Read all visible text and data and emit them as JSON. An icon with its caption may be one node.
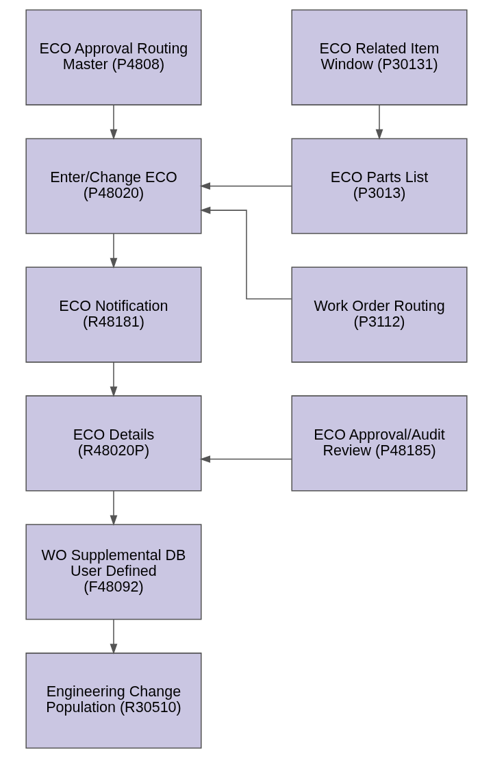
{
  "diagram": {
    "nodes": [
      {
        "text": [
          "ECO Approval Routing Master (P4808)"
        ]
      },
      {
        "text": [
          "ECO Related Item Window (P30131)"
        ]
      },
      {
        "text": [
          "Enter/Change ECO (P48020)"
        ]
      },
      {
        "text": [
          "ECO Parts List (P3013)"
        ]
      },
      {
        "text": [
          "ECO Notification (R48181)"
        ]
      },
      {
        "text": [
          "Work Order Routing (P3112)"
        ]
      },
      {
        "text": [
          "ECO Details (R48020P)"
        ]
      },
      {
        "text": [
          "ECO Approval/Audit Review (P48185)"
        ]
      },
      {
        "text": [
          "WO Supplemental DB User Defined (F48092)"
        ]
      },
      {
        "text": [
          "Engineering Change Population (R30510)"
        ]
      }
    ],
    "edges": [
      {
        "from": 0,
        "to": 2,
        "arrow": "to"
      },
      {
        "from": 1,
        "to": 3,
        "arrow": "to"
      },
      {
        "from": 3,
        "to": 2,
        "arrow": "to"
      },
      {
        "from": 5,
        "to": 2,
        "arrow": "to"
      },
      {
        "from": 2,
        "to": 4,
        "arrow": "to"
      },
      {
        "from": 4,
        "to": 6,
        "arrow": "to"
      },
      {
        "from": 7,
        "to": 6,
        "arrow": "to"
      },
      {
        "from": 6,
        "to": 8,
        "arrow": "to"
      },
      {
        "from": 8,
        "to": 9,
        "arrow": "to"
      }
    ]
  }
}
